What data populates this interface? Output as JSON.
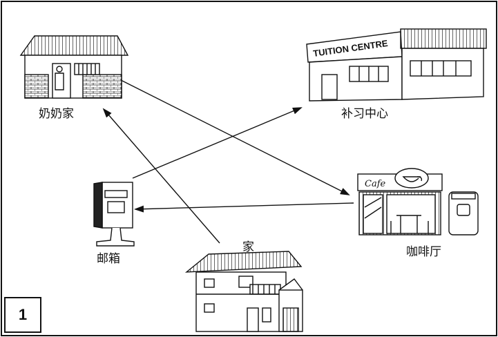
{
  "panel_number": "1",
  "locations": {
    "grandma_house": "奶奶家",
    "tuition_centre": "补习中心",
    "tuition_sign": "TUITION CENTRE",
    "mailbox": "邮箱",
    "cafe": "咖啡厅",
    "cafe_sign": "Cafe",
    "home": "家"
  },
  "colors": {
    "line": "#111111",
    "background": "#ffffff"
  }
}
